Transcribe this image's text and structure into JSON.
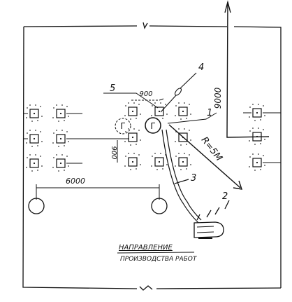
{
  "dimensions": {
    "column_spacing": "900",
    "span_vertical": "9000",
    "span_horizontal": "6000",
    "row_spacing": "900"
  },
  "labels": {
    "item_1": "1",
    "item_2": "2",
    "item_3": "3",
    "item_4": "4",
    "item_5": "5",
    "radius": "R=5M",
    "mark_g_dashed": "Г",
    "mark_g_solid": "Г"
  },
  "caption": {
    "line1": "НАПРАВЛЕНИЕ",
    "line2": "ПРОИЗВОДСТВА РАБОТ"
  }
}
